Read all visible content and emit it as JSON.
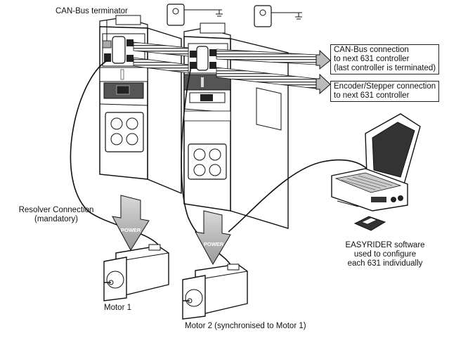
{
  "labels": {
    "can_terminator": "CAN-Bus terminator",
    "resolver_connection": [
      "Resolver Connection",
      "(mandatory)"
    ],
    "can_bus_callout": [
      "CAN-Bus connection",
      "to next 631 controller",
      "(last controller is terminated)"
    ],
    "encoder_callout": [
      "Encoder/Stepper connection",
      "to next 631 controller"
    ],
    "software": [
      "EASYRIDER software",
      "used to configure",
      "each 631 individually"
    ],
    "motor1": "Motor 1",
    "motor2": "Motor 2 (synchronised to Motor 1)",
    "power_arrow": "POWER"
  },
  "controllers": [
    {
      "name": "controller-1"
    },
    {
      "name": "controller-2"
    }
  ],
  "colors": {
    "outline": "#111111",
    "arrow_fill": "#bdbdbd",
    "dark_panel": "#3a3a3a",
    "cable_stripe": "#555555"
  }
}
